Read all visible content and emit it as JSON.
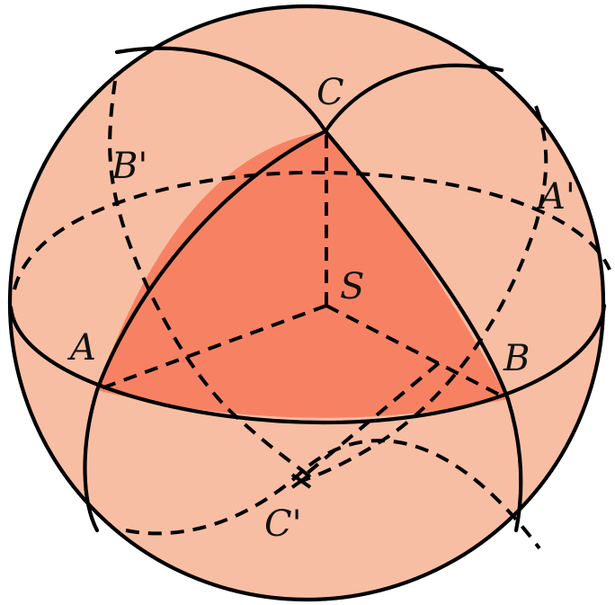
{
  "colors": {
    "sphere_fill": "#f8bea3",
    "triangle_fill": "#f78263",
    "line": "#000000"
  },
  "points": {
    "A": "A",
    "B": "B",
    "C": "C",
    "S": "S",
    "A_prime": "A'",
    "B_prime": "B'",
    "C_prime": "C'"
  }
}
